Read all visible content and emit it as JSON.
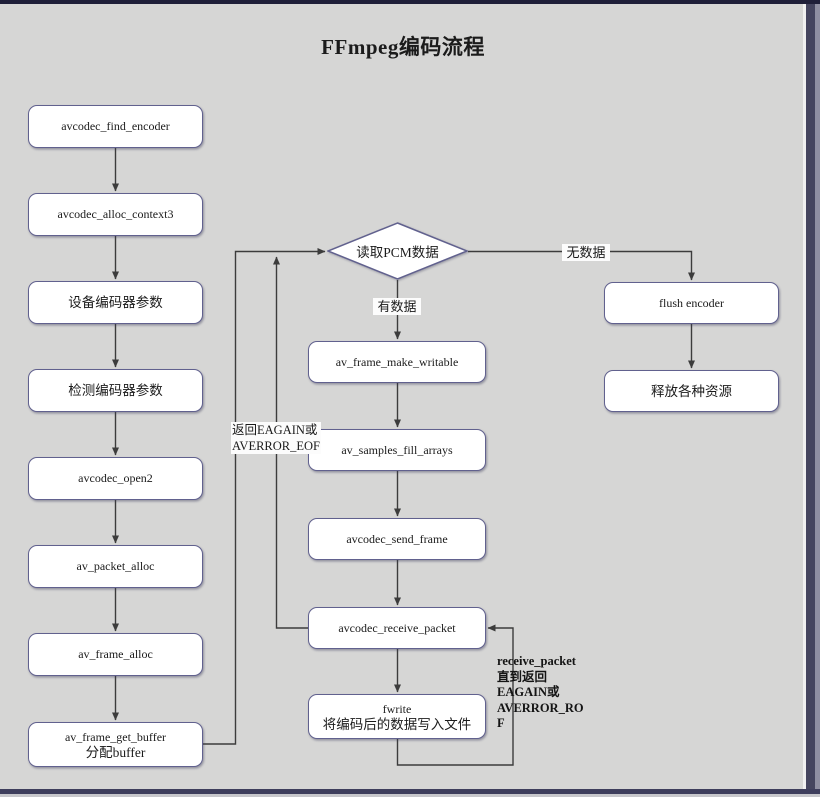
{
  "title": "FFmpeg编码流程",
  "colors": {
    "background": "#d6d6d5",
    "node_fill": "#ffffff",
    "node_border": "#61618e",
    "edge_line": "#3c3c3c",
    "window_bar": "#3e3e5c",
    "text": "#1b1b1b"
  },
  "nodes": {
    "find_encoder": "avcodec_find_encoder",
    "alloc_context": "avcodec_alloc_context3",
    "set_params": "设备编码器参数",
    "check_params": "检测编码器参数",
    "open2": "avcodec_open2",
    "packet_alloc": "av_packet_alloc",
    "frame_alloc": "av_frame_alloc",
    "get_buffer_line1": "av_frame_get_buffer",
    "get_buffer_line2": "分配buffer",
    "read_pcm": "读取PCM数据",
    "make_writable": "av_frame_make_writable",
    "fill_arrays": "av_samples_fill_arrays",
    "send_frame": "avcodec_send_frame",
    "receive_packet": "avcodec_receive_packet",
    "fwrite_line1": "fwrite",
    "fwrite_line2": "将编码后的数据写入文件",
    "flush_encoder": "flush encoder",
    "release_resources": "释放各种资源"
  },
  "edge_labels": {
    "has_data": "有数据",
    "no_data": "无数据",
    "eagain_line1": "返回EAGAIN或",
    "eagain_line2": "AVERROR_EOF",
    "loop_line1": "receive_packet",
    "loop_line2": "直到返回",
    "loop_line3": "EAGAIN或",
    "loop_line4": "AVERROR_RO",
    "loop_line5": "F"
  }
}
